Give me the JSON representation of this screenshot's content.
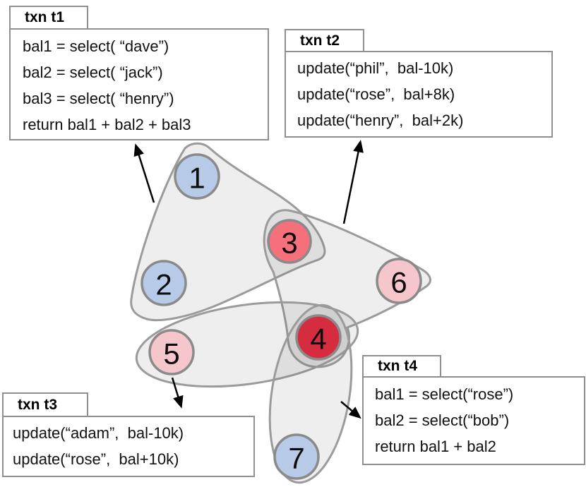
{
  "transactions": [
    {
      "id": "t1",
      "tab": "txn t1",
      "lines": [
        "bal1 = select( “dave”)",
        "bal2 = select( “jack”)",
        "bal3 = select( “henry”)",
        "return bal1 + bal2 + bal3"
      ]
    },
    {
      "id": "t2",
      "tab": "txn t2",
      "lines": [
        "update(“phil”,  bal-10k)",
        "update(“rose”,  bal+8k)",
        "update(“henry”,  bal+2k)"
      ]
    },
    {
      "id": "t3",
      "tab": "txn t3",
      "lines": [
        "update(“adam”,  bal-10k)",
        "update(“rose”,  bal+10k)"
      ]
    },
    {
      "id": "t4",
      "tab": "txn t4",
      "lines": [
        "bal1 = select(“rose”)",
        "bal2 = select(“bob”)",
        "return bal1 + bal2"
      ]
    }
  ],
  "nodes": [
    {
      "label": "1",
      "color": "#b7cbe9"
    },
    {
      "label": "2",
      "color": "#b7cbe9"
    },
    {
      "label": "3",
      "color": "#f5707a"
    },
    {
      "label": "4",
      "color": "#d62c3f"
    },
    {
      "label": "5",
      "color": "#f6c6cd"
    },
    {
      "label": "6",
      "color": "#f6c6cd"
    },
    {
      "label": "7",
      "color": "#b7cbe9"
    }
  ],
  "styles": {
    "node_border": "#8a8a8a",
    "region_stroke": "#9b9b9b",
    "box_border": "#8f8f8f",
    "arrow_color": "#000000"
  }
}
